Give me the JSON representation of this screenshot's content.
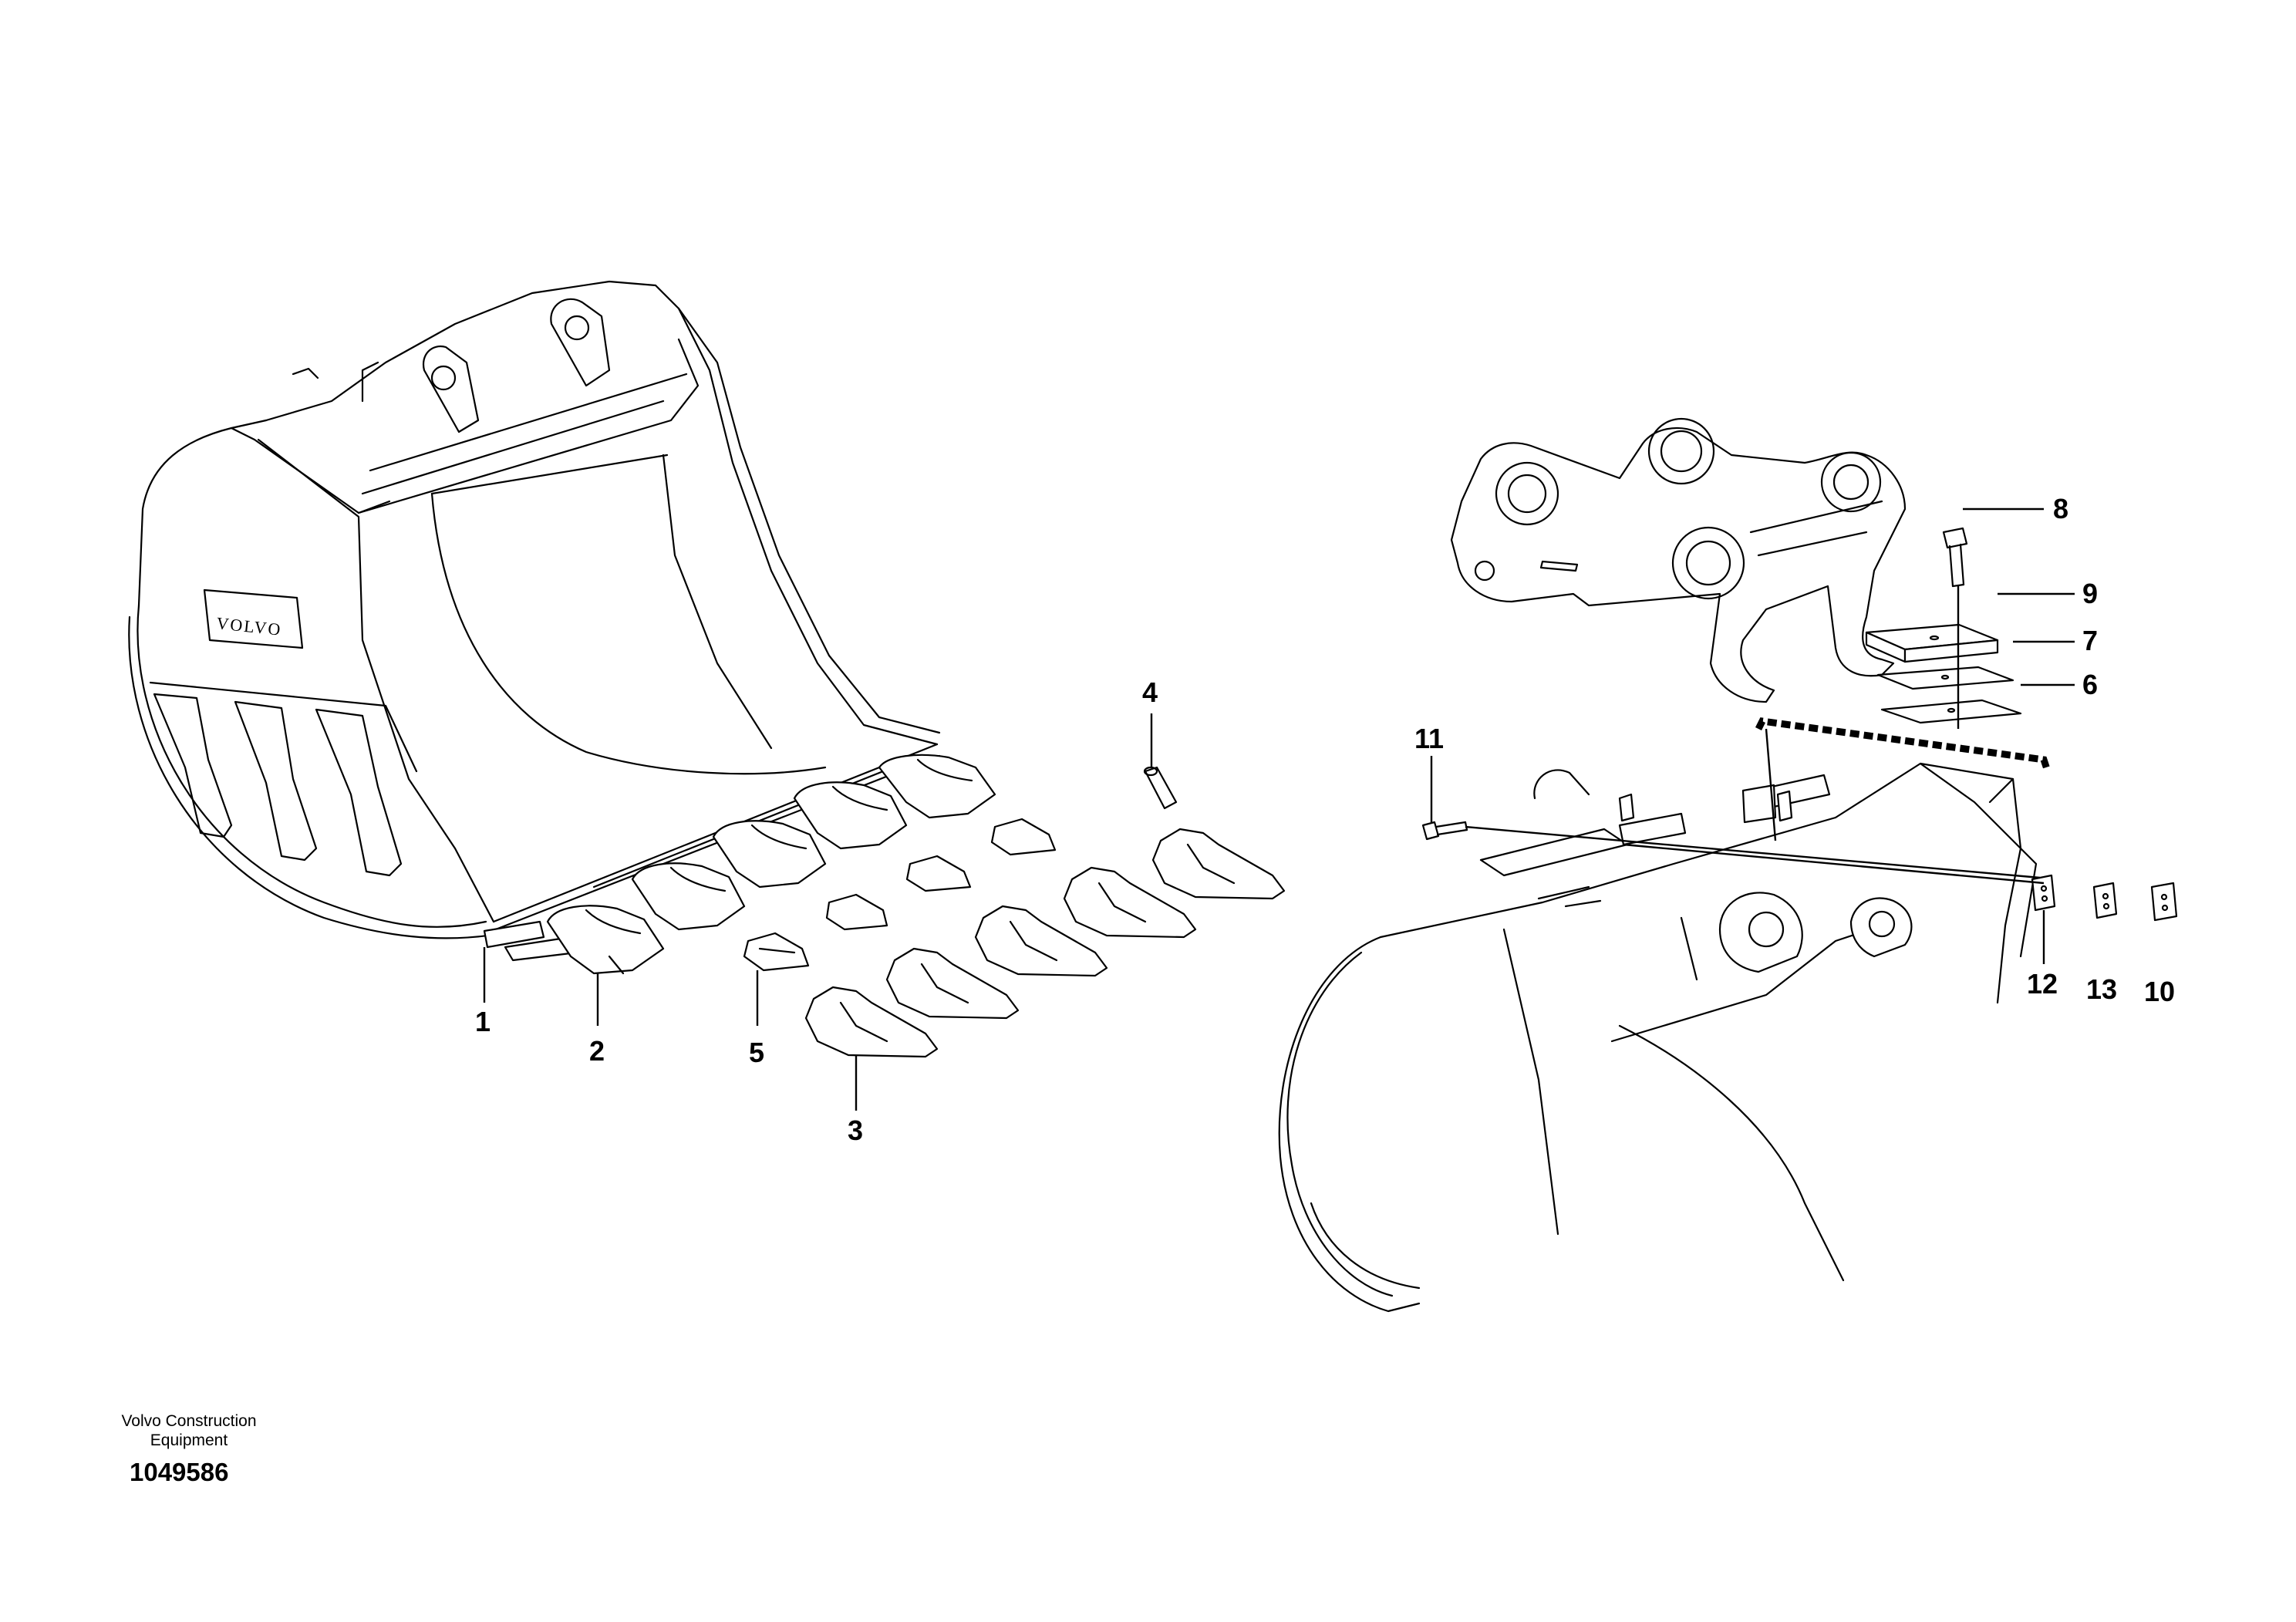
{
  "document": {
    "manufacturer_line1": "Volvo Construction",
    "manufacturer_line2": "Equipment",
    "illustration_number": "1049586",
    "bucket_logo_text": "VOLVO"
  },
  "callouts": [
    {
      "id": "1",
      "label": "1"
    },
    {
      "id": "2",
      "label": "2"
    },
    {
      "id": "3",
      "label": "3"
    },
    {
      "id": "4",
      "label": "4"
    },
    {
      "id": "5",
      "label": "5"
    },
    {
      "id": "6",
      "label": "6"
    },
    {
      "id": "7",
      "label": "7"
    },
    {
      "id": "8",
      "label": "8"
    },
    {
      "id": "9",
      "label": "9"
    },
    {
      "id": "10",
      "label": "10"
    },
    {
      "id": "11",
      "label": "11"
    },
    {
      "id": "12",
      "label": "12"
    },
    {
      "id": "13",
      "label": "13"
    }
  ]
}
